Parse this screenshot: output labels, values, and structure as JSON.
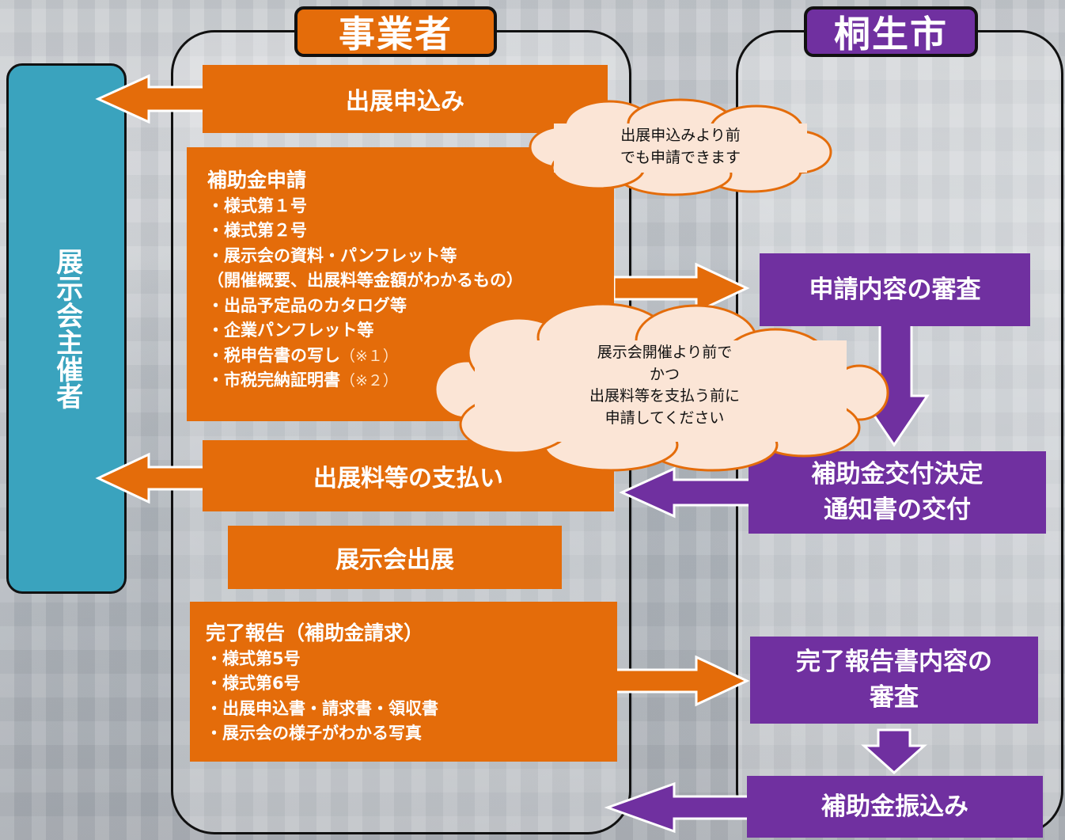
{
  "lanes": {
    "business": "事業者",
    "city": "桐生市"
  },
  "host": "展示会主催者",
  "business_steps": {
    "application": "出展申込み",
    "subsidy_request": {
      "title": "補助金申請",
      "items": [
        {
          "text": "・様式第１号",
          "note": ""
        },
        {
          "text": "・様式第２号",
          "note": ""
        },
        {
          "text": "・展示会の資料・パンフレット等",
          "note": ""
        },
        {
          "text": "（開催概要、出展料等金額がわかるもの）",
          "note": ""
        },
        {
          "text": "・出品予定品のカタログ等",
          "note": ""
        },
        {
          "text": "・企業パンフレット等",
          "note": ""
        },
        {
          "text": "・税申告書の写し",
          "note": "（※１）"
        },
        {
          "text": "・市税完納証明書",
          "note": "（※２）"
        }
      ]
    },
    "payment": "出展料等の支払い",
    "exhibit": "展示会出展",
    "completion_report": {
      "title": "完了報告（補助金請求）",
      "items": [
        "・様式第5号",
        "・様式第6号",
        "・出展申込書・請求書・領収書",
        "・展示会の様子がわかる写真"
      ]
    }
  },
  "city_steps": {
    "review": "申請内容の審査",
    "decision_line1": "補助金交付決定",
    "decision_line2": "通知書の交付",
    "completion_review_line1": "完了報告書内容の",
    "completion_review_line2": "審査",
    "transfer": "補助金振込み"
  },
  "callouts": {
    "before_application": "出展申込みより前\nでも申請できます",
    "before_exhibition": "展示会開催より前で\nかつ\n出展料等を支払う前に\n申請してください"
  },
  "colors": {
    "business": "#e46c0a",
    "city": "#7030a0",
    "host": "#3aa3be"
  }
}
